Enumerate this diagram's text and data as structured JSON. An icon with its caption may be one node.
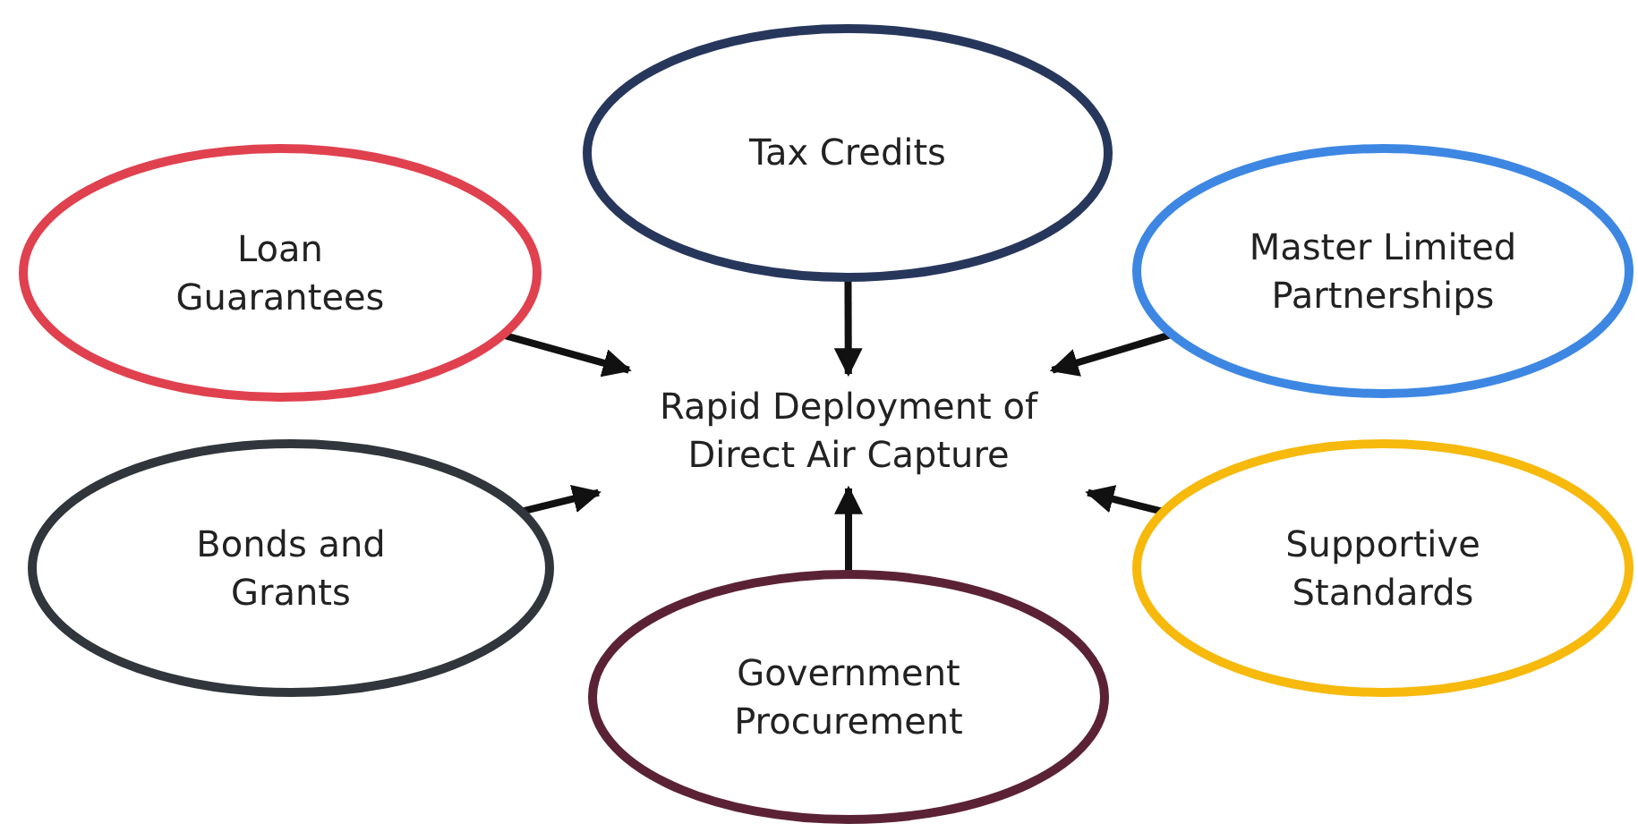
{
  "diagram": {
    "nodes": [
      {
        "text": [
          "Tax Credits"
        ]
      },
      {
        "text": [
          "Loan Guarantees"
        ]
      },
      {
        "text": [
          "Master Limited Partnerships"
        ]
      },
      {
        "text": [
          "Rapid Deployment of Direct Air Capture"
        ]
      },
      {
        "text": [
          "Bonds and Grants"
        ]
      },
      {
        "text": [
          "Supportive Standards"
        ]
      },
      {
        "text": [
          "Government Procurement"
        ]
      }
    ],
    "edges": [
      {
        "from": 0,
        "to": 3,
        "arrow": "to"
      },
      {
        "from": 1,
        "to": 3,
        "arrow": "to"
      },
      {
        "from": 2,
        "to": 3,
        "arrow": "to"
      },
      {
        "from": 4,
        "to": 3,
        "arrow": "to"
      },
      {
        "from": 5,
        "to": 3,
        "arrow": "to"
      },
      {
        "from": 6,
        "to": 3,
        "arrow": "to"
      }
    ]
  }
}
